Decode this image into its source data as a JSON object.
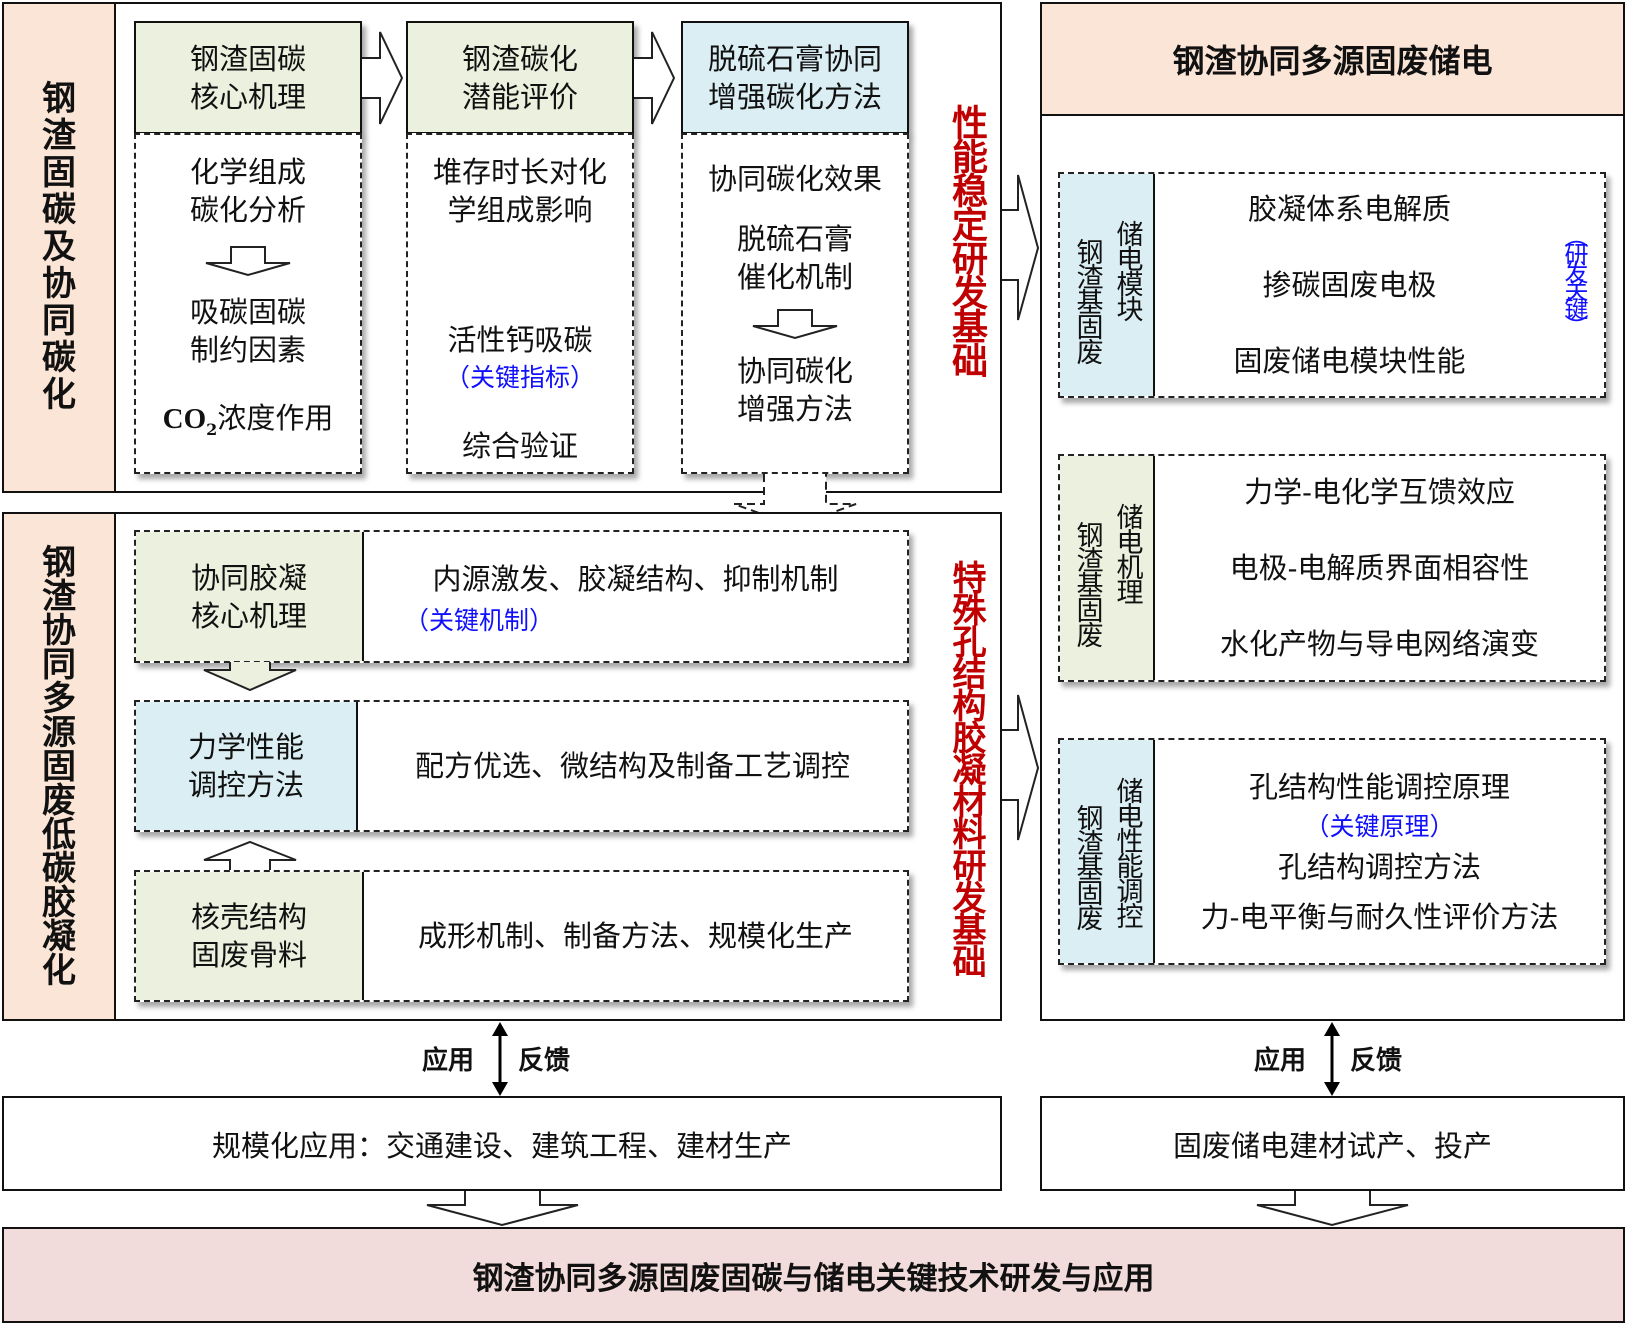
{
  "left_top": {
    "side_label": "钢渣固碳及协同碳化",
    "vertical_note": "性能稳定研发基础",
    "columns": [
      {
        "header": "钢渣固碳核心机理",
        "items": [
          "化学组成碳化分析",
          "吸碳固碳制约因素"
        ],
        "co2_prefix": "CO",
        "co2_sub": "2",
        "co2_suffix": "浓度作用"
      },
      {
        "header": "钢渣碳化潜能评价",
        "items": [
          "堆存时长对化学组成影响",
          "活性钙吸碳"
        ],
        "note": "（关键指标）",
        "last": "综合验证"
      },
      {
        "header": "脱硫石膏协同增强碳化方法",
        "items": [
          "协同碳化效果",
          "脱硫石膏催化机制",
          "协同碳化增强方法"
        ]
      }
    ]
  },
  "left_bottom": {
    "side_label": "钢渣协同多源固废低碳胶凝化",
    "vertical_note": "特殊孔结构胶凝材料研发基础",
    "rows": [
      {
        "header": "协同胶凝核心机理",
        "text": "内源激发、胶凝结构、抑制机制",
        "note": "（关键机制）"
      },
      {
        "header": "力学性能调控方法",
        "text": "配方优选、微结构及制备工艺调控"
      },
      {
        "header": "核壳结构固废骨料",
        "text": "成形机制、制备方法、规模化生产"
      }
    ]
  },
  "right": {
    "title": "钢渣协同多源固废储电",
    "modules": [
      {
        "label_a": "钢渣基固废",
        "label_b": "储电模块",
        "items": [
          "胶凝体系电解质",
          "掺碳固废电极",
          "固废储电模块性能"
        ],
        "note": "（研发关键）"
      },
      {
        "label_a": "钢渣基固废",
        "label_b": "储电机理",
        "items": [
          "力学-电化学互馈效应",
          "电极-电解质界面相容性",
          "水化产物与导电网络演变"
        ]
      },
      {
        "label_a": "钢渣基固废",
        "label_b": "储电性能调控",
        "items": [
          "孔结构性能调控原理",
          "孔结构调控方法",
          "力-电平衡与耐久性评价方法"
        ],
        "note": "（关键原理）"
      }
    ]
  },
  "links": {
    "apply": "应用",
    "feedback": "反馈"
  },
  "bottom": {
    "left": "规模化应用：交通建设、建筑工程、建材生产",
    "right": "固废储电建材试产、投产",
    "final": "钢渣协同多源固废固碳与储电关键技术研发与应用"
  }
}
